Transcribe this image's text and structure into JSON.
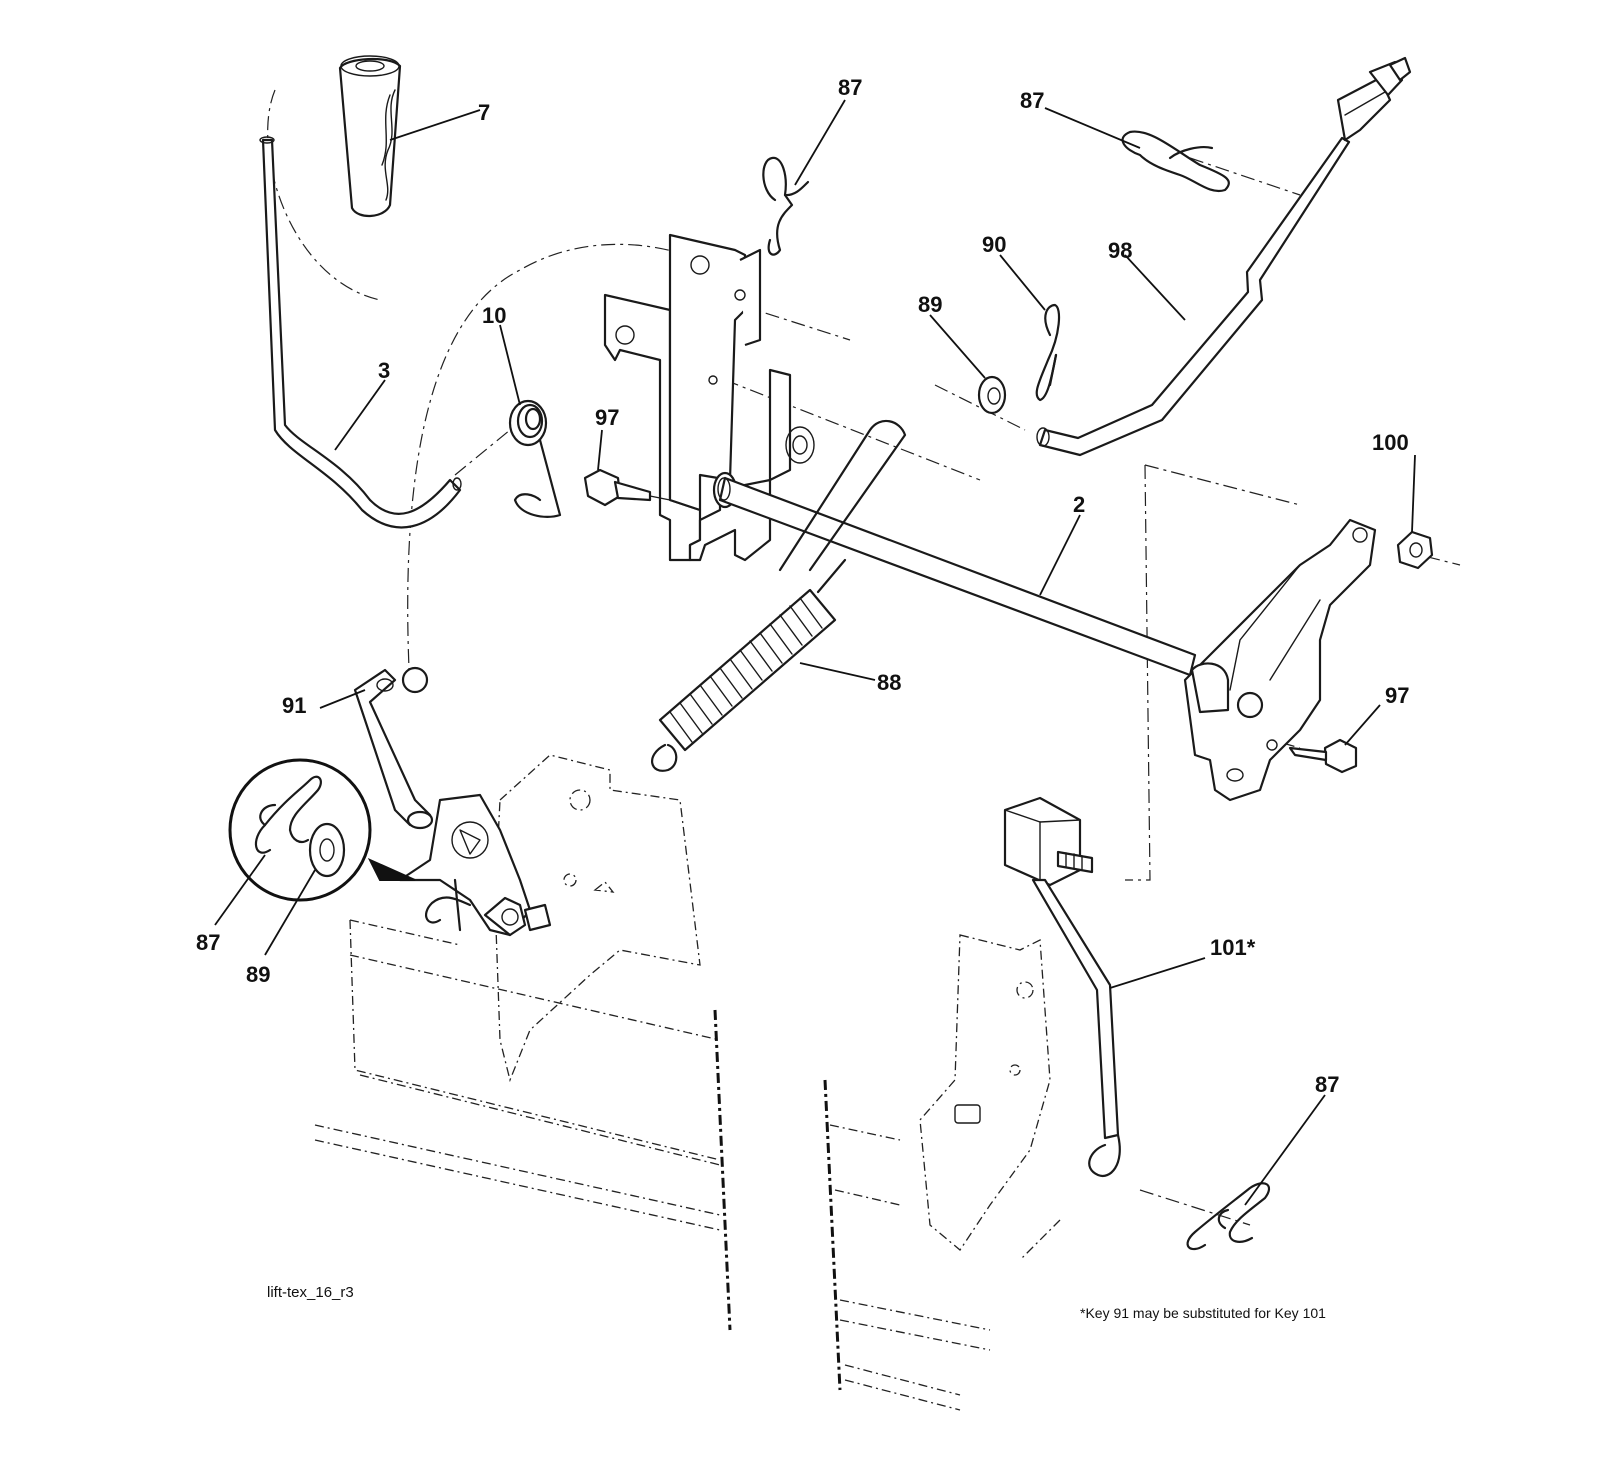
{
  "diagram": {
    "drawing_id": "lift-tex_16_r3",
    "footnote": "*Key 91 may be substituted for Key 101",
    "callouts": {
      "c7": "7",
      "c87_top": "87",
      "c87_right": "87",
      "c90": "90",
      "c98": "98",
      "c89_top": "89",
      "c10": "10",
      "c3": "3",
      "c97_left": "97",
      "c2": "2",
      "c100": "100",
      "c88": "88",
      "c97_right": "97",
      "c91": "91",
      "c87_detail": "87",
      "c89_detail": "89",
      "c101": "101*",
      "c87_bottom": "87"
    }
  }
}
